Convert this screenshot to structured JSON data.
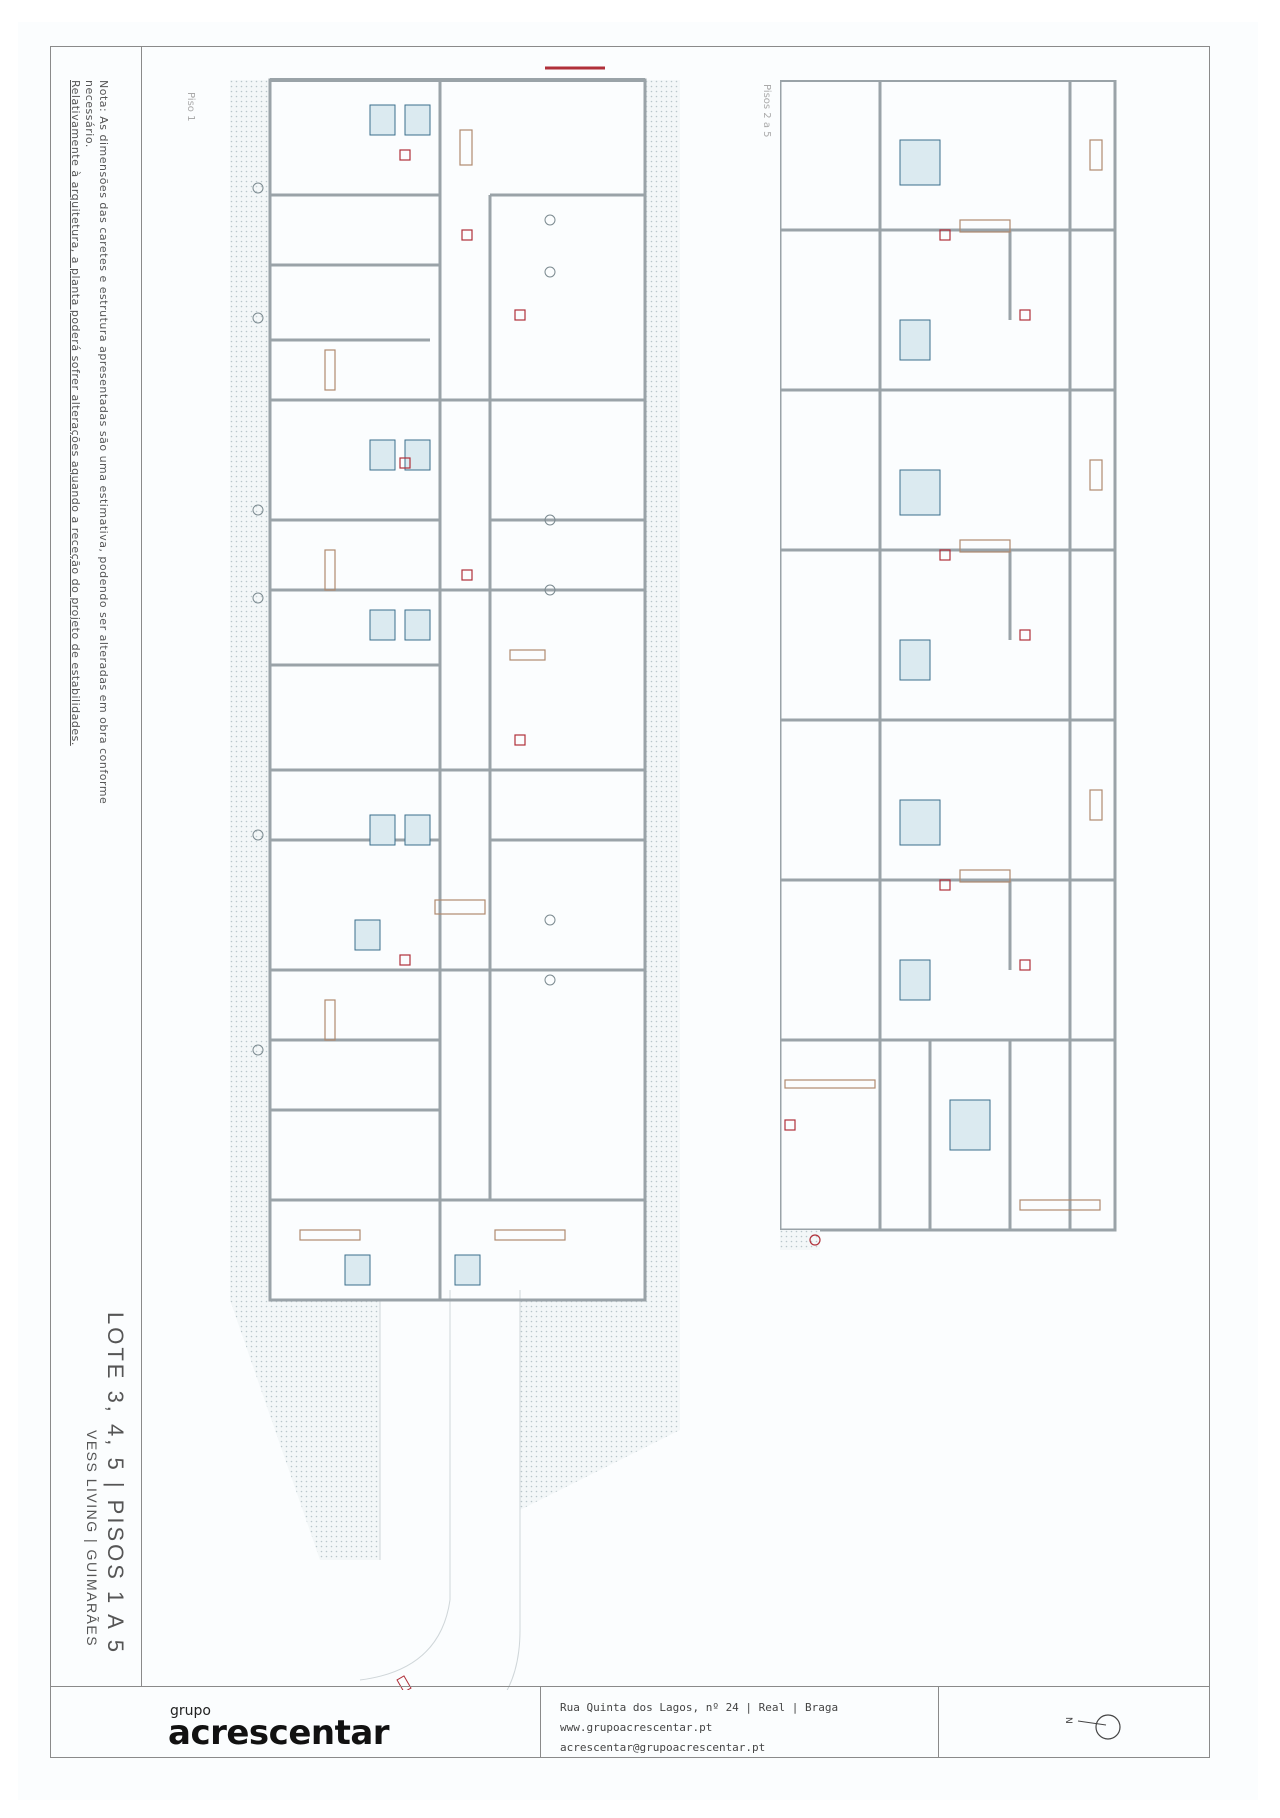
{
  "document": {
    "type": "architectural floor plan sheet",
    "note": {
      "line1": "Nota: As dimensões das caretes e estrutura apresentadas são uma estimativa, podendo ser alteradas em obra conforme",
      "line2": "necessário.",
      "line3": "Relativamente à arquitetura, a planta poderá sofrer alterações aquando a receção do projeto de estabilidades."
    },
    "title": {
      "main": "LOTE 3, 4, 5 | PISOS 1 A 5",
      "sub": "VESS LIVING | GUIMARÃES"
    },
    "plans": [
      {
        "label": "Piso 1"
      },
      {
        "label": "Pisos 2 a 5"
      }
    ],
    "title_block": {
      "logo_small": "grupo",
      "logo_big": "acrescentar",
      "address": "Rua Quinta dos Lagos, nº 24 | Real | Braga",
      "website": "www.grupoacrescentar.pt",
      "email": "acrescentar@grupoacrescentar.pt",
      "north_label": "N"
    },
    "colors": {
      "wall": "#9aa3a8",
      "hatch": "#c9d4d8",
      "fixture_blue": "#3b6f8c",
      "accent_red": "#b0303a",
      "furniture_brown": "#b08a70",
      "frame": "#8a8a8a"
    }
  }
}
